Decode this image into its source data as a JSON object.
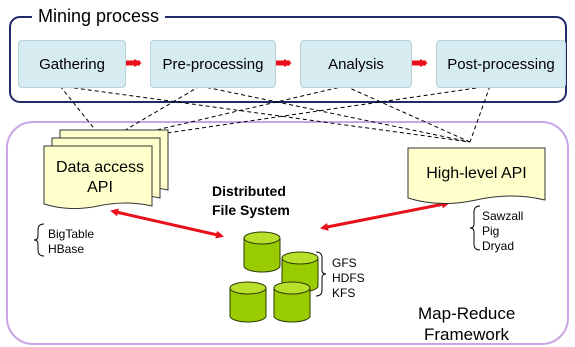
{
  "mining_process": {
    "title": "Mining process",
    "stages": [
      "Gathering",
      "Pre-processing",
      "Analysis",
      "Post-processing"
    ]
  },
  "data_access_api": {
    "label_line1": "Data access",
    "label_line2": "API",
    "examples_line1": "BigTable",
    "examples_line2": "HBase"
  },
  "high_level_api": {
    "label": "High-level API",
    "examples_line1": "Sawzall",
    "examples_line2": "Pig",
    "examples_line3": "Dryad"
  },
  "dfs": {
    "title_line1": "Distributed",
    "title_line2": "File System",
    "examples_line1": "GFS",
    "examples_line2": "HDFS",
    "examples_line3": "KFS"
  },
  "framework": {
    "label_line1": "Map-Reduce",
    "label_line2": "Framework"
  },
  "colors": {
    "mining_border": "#1f2a6b",
    "framework_border": "#c9a5e6",
    "stage_fill": "#d7ecf1",
    "arrow": "#e8101a",
    "api_fill": "#ffffcc",
    "cylinder": "#99cc00"
  }
}
